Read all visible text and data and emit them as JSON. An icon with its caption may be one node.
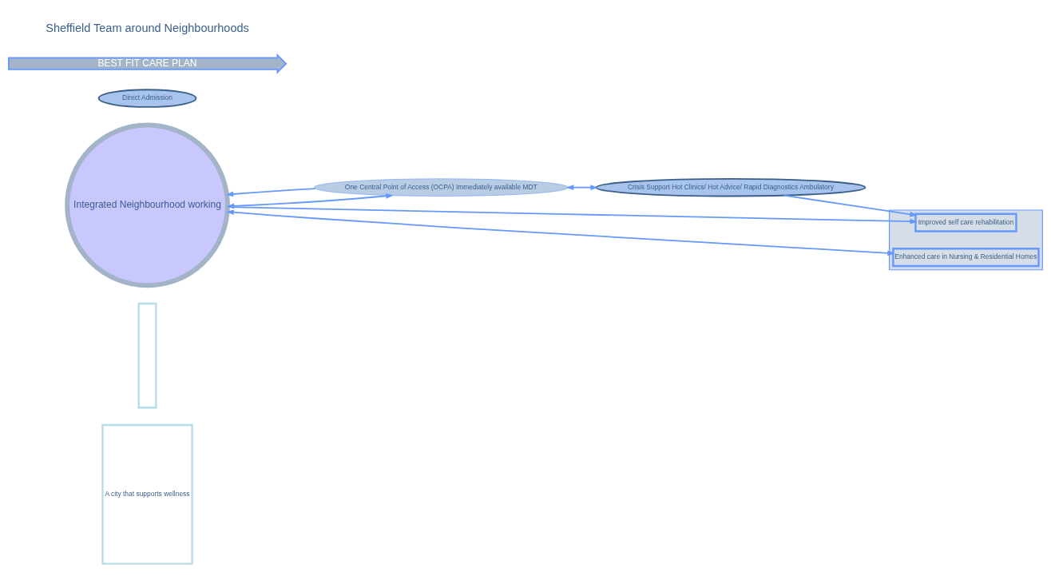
{
  "diagram": {
    "nodes": [
      {
        "text": [
          "A city that supports wellness"
        ]
      },
      {
        "text": [],
        "shape": "box"
      },
      {
        "text": [],
        "shape": "box"
      },
      {
        "text": [
          "Improved self care rehabilitation"
        ],
        "in": 2
      },
      {
        "text": [
          "Integrated Neighbourhood working"
        ]
      },
      {
        "text": [
          "Enhanced care in Nursing & Residential Homes"
        ],
        "in": 2
      },
      {
        "text": [
          "One Central Point of Access (OCPA) Immediately available MDT"
        ]
      },
      {
        "text": [
          "Crisis Support Hot Clinics/ Hot Advice/ Rapid Diagnostics Ambulatory"
        ]
      },
      {
        "text": [
          "Direct Admission"
        ]
      },
      {
        "text": [
          "BEST FIT CARE PLAN"
        ]
      }
    ],
    "edges": [
      {
        "from": 4,
        "to": 3,
        "arrow": "to"
      },
      {
        "from": 4,
        "to": 5,
        "arrow": "both"
      },
      {
        "from": 4,
        "to": 6,
        "arrow": "both"
      },
      {
        "from": 6,
        "to": 4,
        "arrow": "to"
      },
      {
        "from": 6,
        "to": 7,
        "arrow": "both"
      },
      {
        "from": 7,
        "to": 3,
        "arrow": "to"
      }
    ],
    "labels": [
      "Sheffield Team around Neighbourhoods"
    ]
  }
}
